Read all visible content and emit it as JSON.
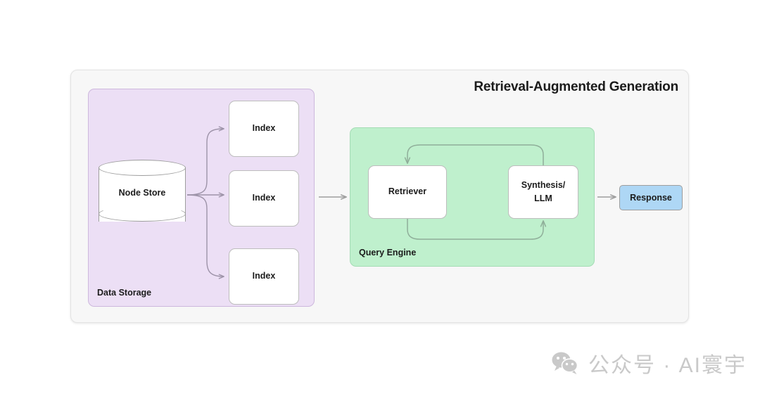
{
  "diagram": {
    "title": "Retrieval-Augmented Generation",
    "storage_panel": {
      "label": "Data Storage",
      "node_store": "Node Store",
      "indexes": [
        {
          "label": "Index"
        },
        {
          "label": "Index"
        },
        {
          "label": "Index"
        }
      ]
    },
    "query_panel": {
      "label": "Query Engine",
      "retriever": "Retriever",
      "synthesis_line1": "Synthesis/",
      "synthesis_line2": "LLM"
    },
    "response": "Response"
  },
  "watermark": {
    "icon": "wechat-icon",
    "text": "公众号 · AI寰宇"
  },
  "colors": {
    "page_background": "#ffffff",
    "card_background": "#f7f7f7",
    "card_border": "#e3e3e3",
    "storage_fill": "#ecdff5",
    "storage_border": "#cdb8dd",
    "query_fill": "#bff0cd",
    "query_border": "#a4dcb5",
    "box_fill": "#ffffff",
    "box_border": "#bdbdbd",
    "response_fill": "#aed7f5",
    "response_border": "#9e9e9e",
    "arrow": "#9e9e9e",
    "text": "#1b1b1b",
    "watermark": "#c9c9c9"
  }
}
